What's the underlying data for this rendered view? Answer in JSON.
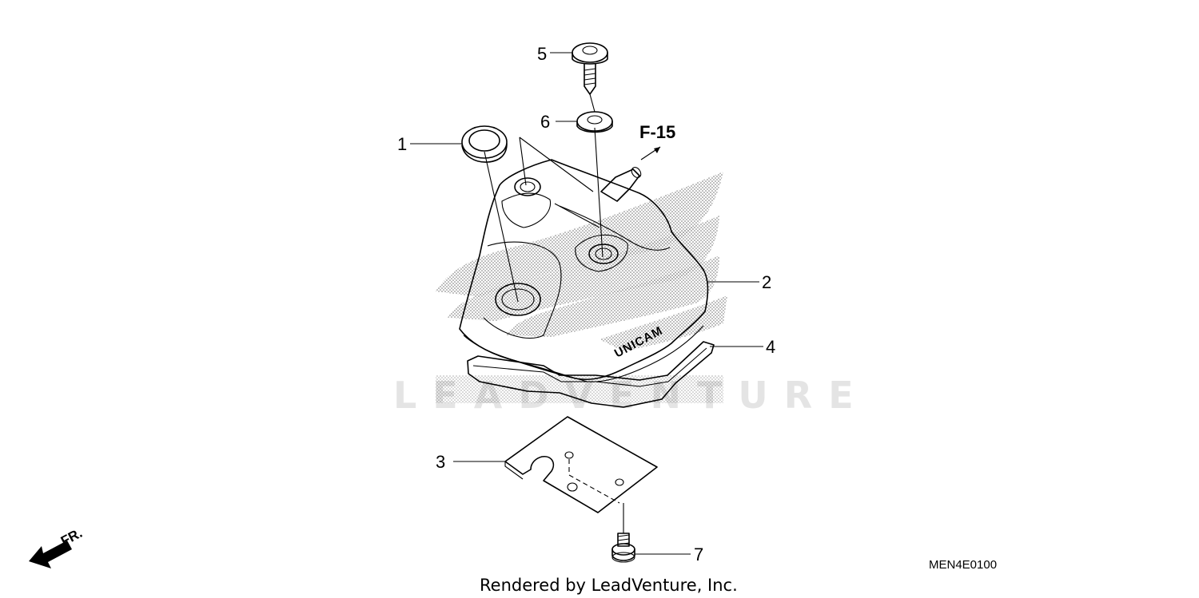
{
  "callouts": {
    "c1": "1",
    "c2": "2",
    "c3": "3",
    "c4": "4",
    "c5": "5",
    "c6": "6",
    "c7": "7"
  },
  "reference_label": "F-15",
  "cover_marking": "UNICAM",
  "direction_label": "FR.",
  "diagram_code": "MEN4E0100",
  "watermark": "LEADVENTURE",
  "footer": "Rendered by LeadVenture, Inc."
}
